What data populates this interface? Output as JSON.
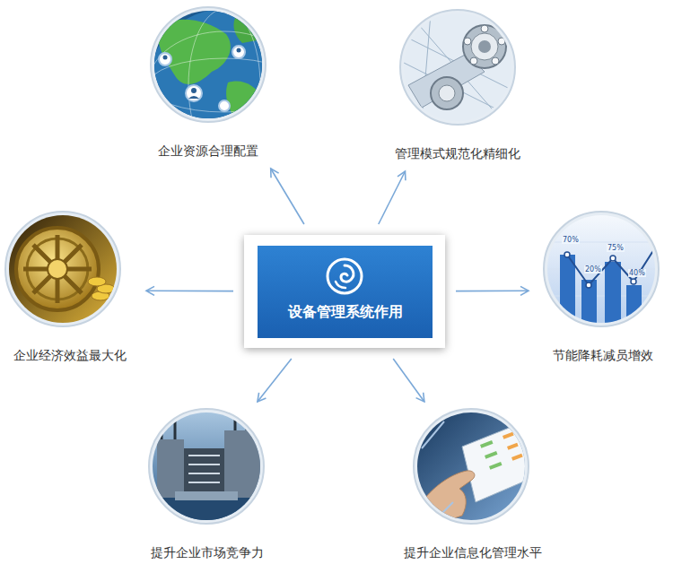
{
  "diagram": {
    "nodes": [
      {
        "text": [
          "企业资源合理配置"
        ]
      },
      {
        "text": [
          "管理模式规范化精细化"
        ]
      },
      {
        "text": [
          "企业经济效益最大化"
        ]
      },
      {
        "text": [
          "设备管理系统作用"
        ]
      },
      {
        "text": [
          "节能降耗减员增效"
        ]
      },
      {
        "text": [
          "提升企业市场竞争力"
        ]
      },
      {
        "text": [
          "提升企业信息化管理水平"
        ]
      }
    ],
    "edges": [
      {
        "from": 3,
        "to": 0,
        "arrow": "to"
      },
      {
        "from": 3,
        "to": 1,
        "arrow": "to"
      },
      {
        "from": 3,
        "to": 2,
        "arrow": "to"
      },
      {
        "from": 3,
        "to": 4,
        "arrow": "to"
      },
      {
        "from": 3,
        "to": 5,
        "arrow": "to"
      },
      {
        "from": 3,
        "to": 6,
        "arrow": "to"
      }
    ],
    "labels": [
      "70%",
      "20%",
      "75%",
      "40%"
    ]
  }
}
